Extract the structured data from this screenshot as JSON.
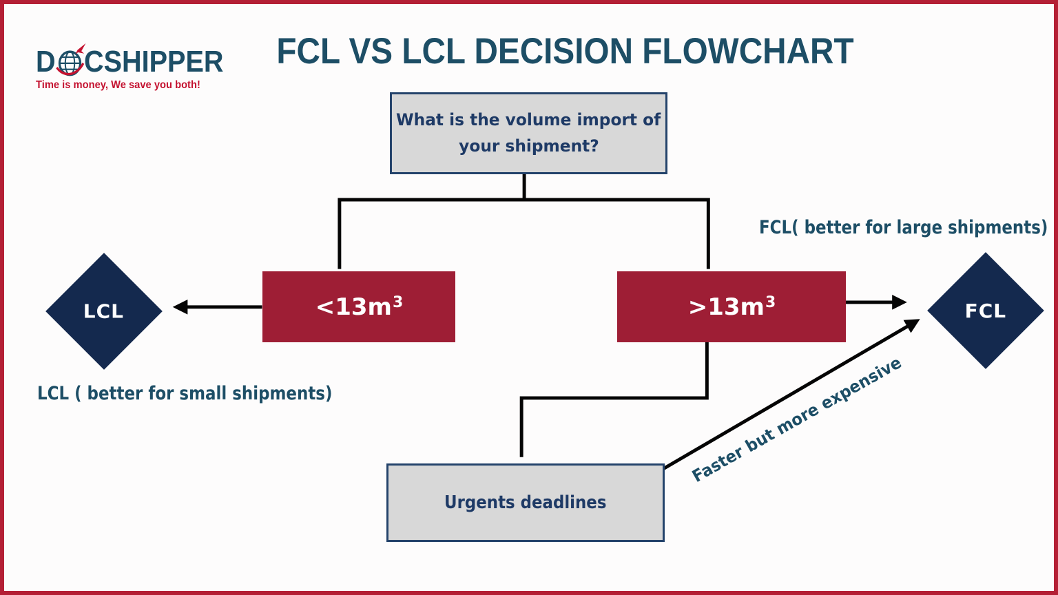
{
  "title": "FCL VS LCL DECISION FLOWCHART",
  "logo": {
    "name_prefix": "D",
    "name_suffix": "CSHIPPER",
    "globe_icon": "globe-with-plane-icon",
    "tagline": "Time is money, We save you both!"
  },
  "flowchart": {
    "question_line1": "What is the volume import of",
    "question_line2": "your shipment?",
    "branch_small": {
      "label": "<13m",
      "sup": "3"
    },
    "branch_large": {
      "label": ">13m",
      "sup": "3"
    },
    "node_lcl": "LCL",
    "node_fcl": "FCL",
    "caption_lcl": "LCL ( better for small shipments)",
    "caption_fcl": "FCL( better for large shipments)",
    "deadlines_label": "Urgents deadlines",
    "fast_path_label": "Faster but more expensive"
  },
  "colors": {
    "border_red": "#b41f35",
    "box_red": "#9e1e35",
    "diamond_navy": "#14294e",
    "teal_text": "#1d4e66",
    "navy_text": "#1e3a66",
    "gray_box": "#d8d8d8",
    "gray_box_border": "#24436b",
    "connector_black": "#050505",
    "logo_red": "#c41230"
  }
}
